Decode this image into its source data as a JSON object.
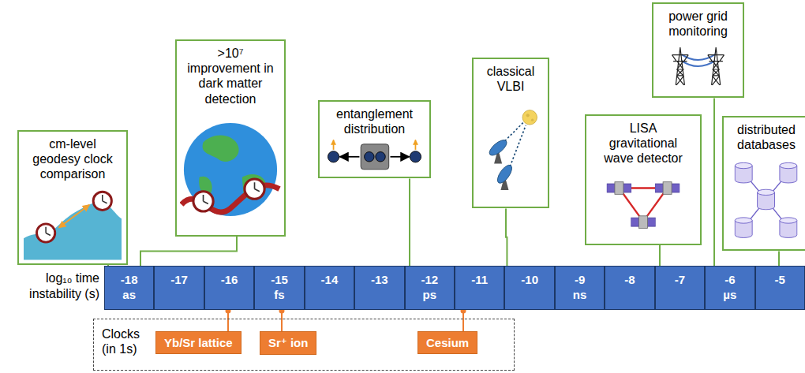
{
  "diagram": {
    "nodes": [
      {
        "text": [
          "cm-level geodesy clock comparison"
        ]
      },
      {
        "text": [
          ">10⁷ improvement in dark matter detection"
        ]
      },
      {
        "text": [
          "entanglement distribution"
        ]
      },
      {
        "text": [
          "classical VLBI"
        ]
      },
      {
        "text": [
          "LISA gravitational wave detector"
        ]
      },
      {
        "text": [
          "power grid monitoring"
        ]
      },
      {
        "text": [
          "distributed databases"
        ]
      },
      {
        "text": [
          "-18",
          "as"
        ]
      },
      {
        "text": [
          "-17"
        ]
      },
      {
        "text": [
          "-16"
        ]
      },
      {
        "text": [
          "-15",
          "fs"
        ]
      },
      {
        "text": [
          "-14"
        ]
      },
      {
        "text": [
          "-13"
        ]
      },
      {
        "text": [
          "-12",
          "ps"
        ]
      },
      {
        "text": [
          "-11"
        ]
      },
      {
        "text": [
          "-10"
        ]
      },
      {
        "text": [
          "-9",
          "ns"
        ]
      },
      {
        "text": [
          "-8"
        ]
      },
      {
        "text": [
          "-7"
        ]
      },
      {
        "text": [
          "-6",
          "µs"
        ]
      },
      {
        "text": [
          "-5"
        ]
      },
      {
        "text": [
          "Clocks (in 1s)"
        ]
      },
      {
        "text": [
          "Yb/Sr lattice"
        ],
        "in": 21
      },
      {
        "text": [
          "Sr⁺ ion"
        ],
        "in": 21
      },
      {
        "text": [
          "Cesium"
        ],
        "in": 21
      }
    ],
    "edges": [
      {
        "from": 0,
        "to": 7,
        "arrow": "none"
      },
      {
        "from": 1,
        "to": 7,
        "arrow": "none"
      },
      {
        "from": 2,
        "to": 13,
        "arrow": "none"
      },
      {
        "from": 3,
        "to": 15,
        "arrow": "none"
      },
      {
        "from": 4,
        "to": 18,
        "arrow": "none"
      },
      {
        "from": 5,
        "to": 19,
        "arrow": "none"
      },
      {
        "from": 6,
        "to": 20,
        "arrow": "none"
      },
      {
        "from": 22,
        "to": 9,
        "arrow": "none"
      },
      {
        "from": 23,
        "to": 10,
        "arrow": "none"
      },
      {
        "from": 24,
        "to": 14,
        "arrow": "none"
      }
    ],
    "labels": [
      "log₁₀ time instability (s)"
    ]
  }
}
